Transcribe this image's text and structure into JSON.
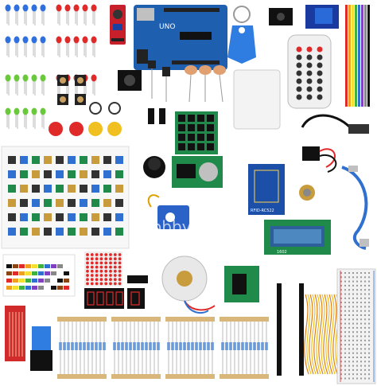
{
  "board": {
    "label": "UNO"
  },
  "rfid_module": {
    "label": "RFID-RC522"
  },
  "lcd_module": {
    "label": "1602"
  },
  "watermark": {
    "text": "Hobbyist Shop"
  },
  "colors": {
    "led_blue": "#2f6fe0",
    "led_red": "#e02a2a",
    "led_green": "#6ac93b",
    "board_blue": "#1f5fb0",
    "pcb_green": "#1f8a4a",
    "rfid_blue": "#1c4fa8",
    "servo_blue": "#2a62c8",
    "resistor_tan": "#d9b67a",
    "keyfob_blue": "#2f7de0"
  }
}
